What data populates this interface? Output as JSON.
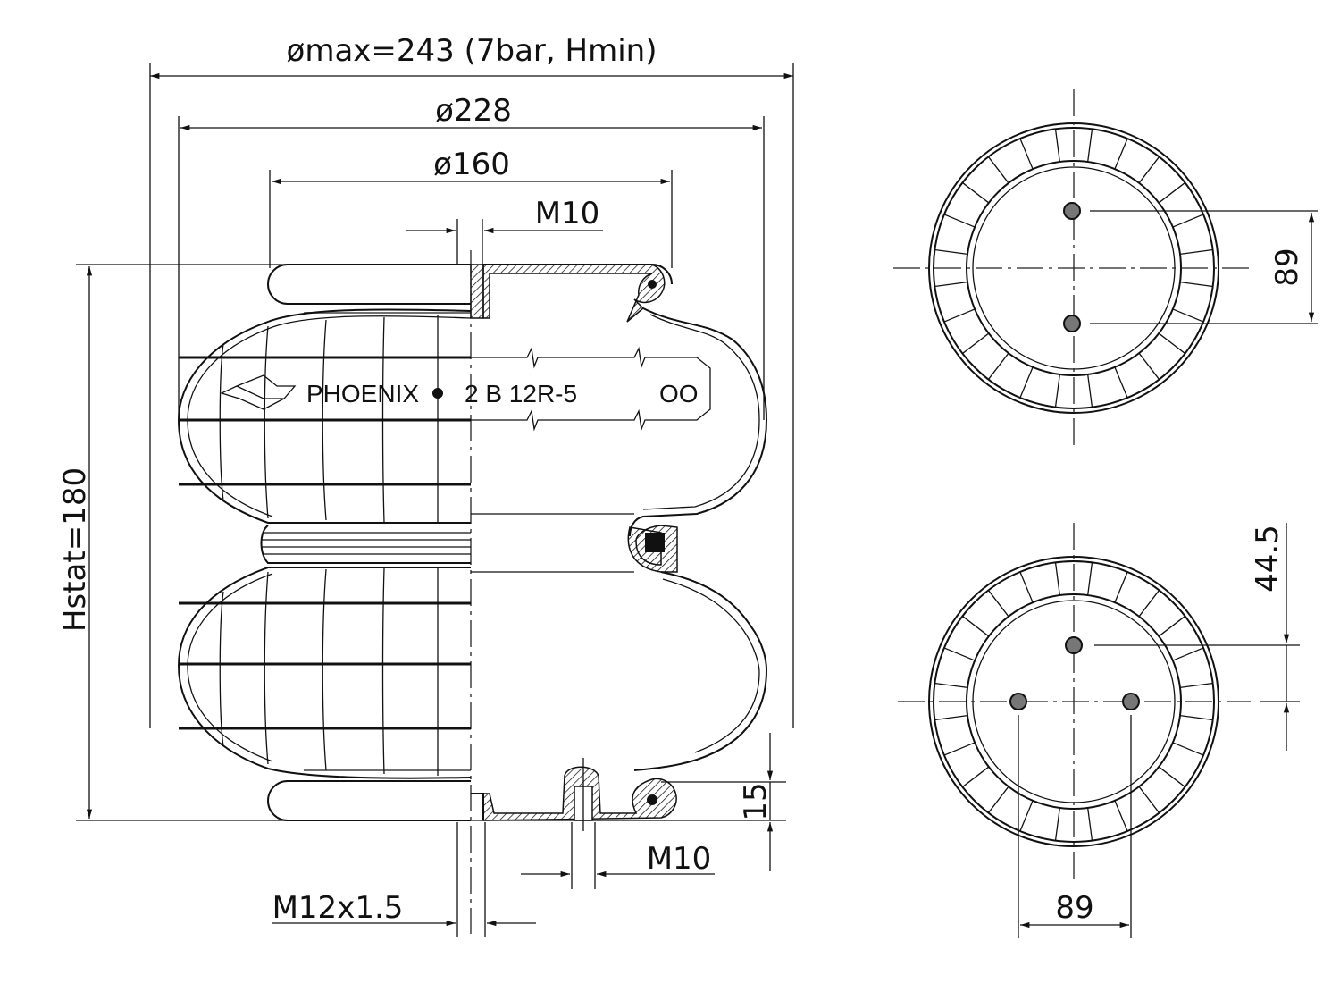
{
  "dimensions": {
    "max_diameter": "ømax=243 (7bar, Hmin)",
    "diameter_228": "ø228",
    "diameter_160": "ø160",
    "top_thread": "M10",
    "height": "Hstat=180",
    "bottom_thread": "M10",
    "air_fitting": "M12x1.5",
    "bottom_offset": "15",
    "top_bolt_spacing": "89",
    "bottom_bolt_spacing": "89",
    "bottom_bolt_offset": "44.5"
  },
  "band_label": {
    "brand": "PHOENIX",
    "model": "2 B 12R-5",
    "suffix": "OO"
  },
  "colors": {
    "line": "#111111",
    "background": "#ffffff"
  }
}
